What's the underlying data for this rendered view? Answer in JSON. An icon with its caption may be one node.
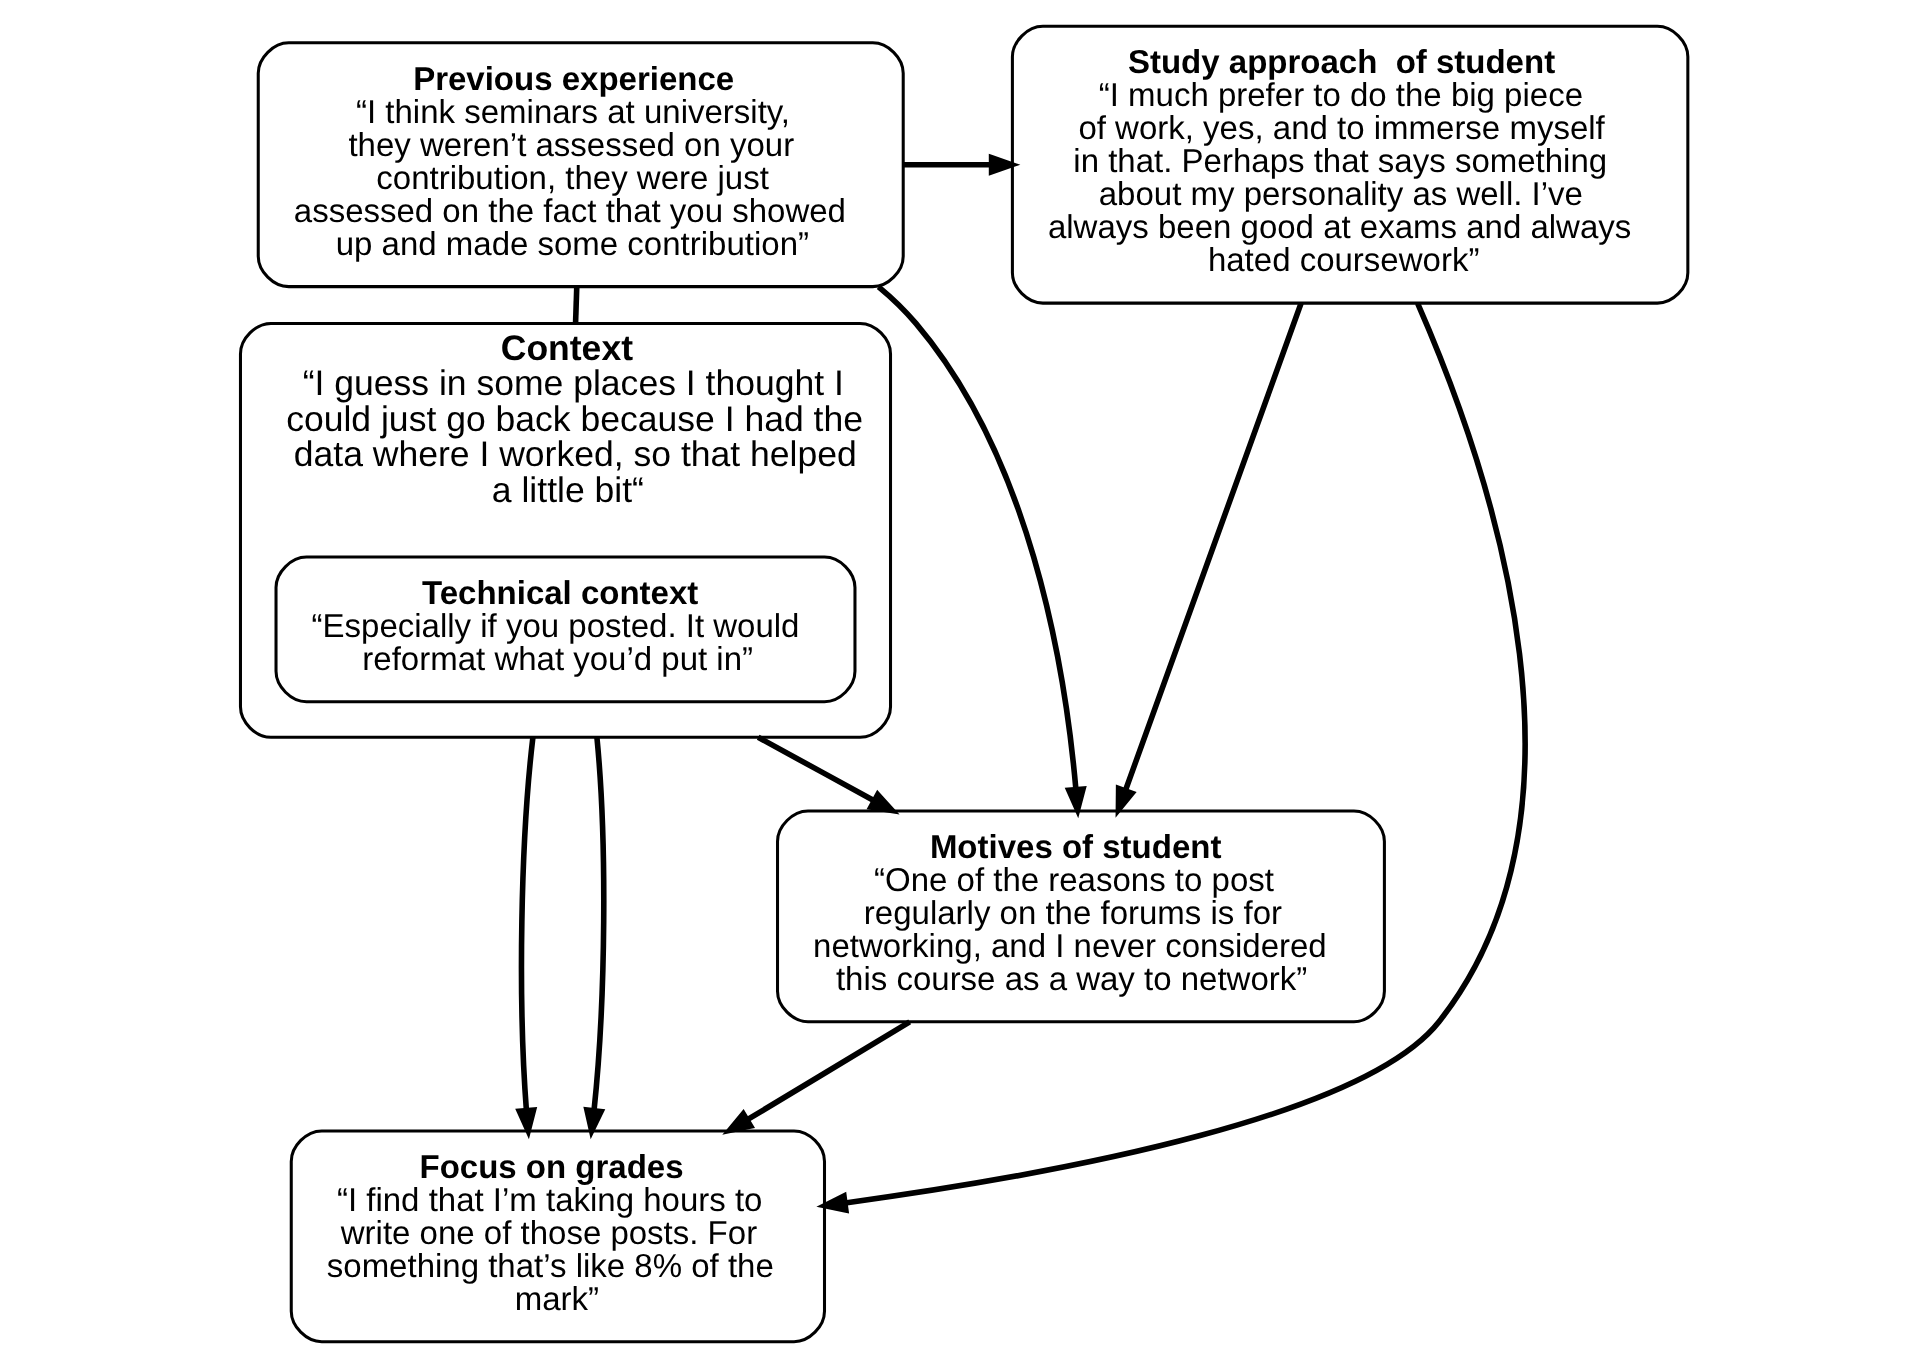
{
  "diagram": {
    "nodes": [
      {
        "text": [
          "Previous experience",
          "“I think seminars at university, they weren’t assessed on your contribution, they were just assessed on the fact that you showed up and made some contribution”"
        ]
      },
      {
        "text": [
          "Study approach  of student",
          "“I much prefer to do the big piece of work, yes, and to immerse myself in that. Perhaps that says something about my personality as well. I’ve always been good at exams and always hated coursework”"
        ]
      },
      {
        "text": [
          "Context",
          "“I guess in some places I thought I could just go back because I had the data where I worked, so that helped a little bit“"
        ]
      },
      {
        "text": [
          "Technical context",
          "“Especially if you posted. It would reformat what you’d put in”"
        ],
        "in": 2
      },
      {
        "text": [
          "Motives of student",
          "“One of the reasons to post regularly on the forums is for networking, and I never considered this course as a way to network”"
        ]
      },
      {
        "text": [
          "Focus on grades",
          "“I find that I’m taking hours to write one of those posts. For something that’s like 8% of the mark”"
        ]
      }
    ],
    "edges": [
      {
        "from": 0,
        "to": 1,
        "arrow": "to"
      },
      {
        "from": 0,
        "to": 4,
        "arrow": "to"
      },
      {
        "from": 1,
        "to": 4,
        "arrow": "to"
      },
      {
        "from": 0,
        "to": 2,
        "arrow": "none"
      },
      {
        "from": 1,
        "to": 5,
        "arrow": "to"
      },
      {
        "from": 2,
        "to": 4,
        "arrow": "to"
      },
      {
        "from": 2,
        "to": 5,
        "arrow": "to"
      },
      {
        "from": 4,
        "to": 5,
        "arrow": "to"
      },
      {
        "from": 2,
        "to": 5,
        "arrow": "to"
      }
    ]
  }
}
